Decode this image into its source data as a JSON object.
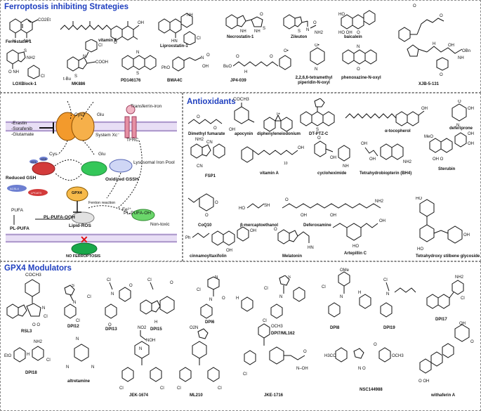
{
  "sections": {
    "ferroptosis_title": "Ferroptosis inhibiting Strategies",
    "antioxidants_title": "Antioxidants",
    "gpx4_title": "GPX4 Modulators"
  },
  "ferroptosis_compounds": [
    "Ferrostatin-1",
    "vitamin E",
    "Liproxstatin-1",
    "Necrostatin-1",
    "Zileuton",
    "baicalein",
    "LOXBlock-1",
    "MK886",
    "PD146176",
    "BWA4C",
    "JP4-039",
    "2,2,6,6-tetramethyl piperidin-N-oxyl",
    "phenoxazine-N-oxyl",
    "XJB-5-131"
  ],
  "antioxidant_compounds": [
    "Dimethyl fumarate",
    "apocynin",
    "diphenyleneiodonium",
    "DT-PTZ-C",
    "α-tocopherol",
    "deferiprone",
    "FSP1",
    "vitamin A",
    "cycloheximide",
    "Tetrahydrobiopterin (BH4)",
    "Sterubin",
    "CoQ10",
    "β-mercaptoethanol",
    "Deferoxamine",
    "Tetrahydroxy stilbene glycoside",
    "cinnamoyltaxifolin",
    "Melatonin",
    "Artepillin C"
  ],
  "gpx4_compounds": [
    "RSL3",
    "DPI12",
    "DPI13",
    "DPI15",
    "DPI6",
    "DPI7/ML162",
    "DPI8",
    "DPI19",
    "DPI17",
    "DPI18",
    "altretamine",
    "JEK-1674",
    "ML210",
    "JKE-1716",
    "NSC144988",
    "withaferin A"
  ],
  "pathway": {
    "inhibitors": [
      "-Erastin",
      "-Sorafenib",
      "-Glutamate"
    ],
    "cys2": "Cys2",
    "glu_top": "Glu",
    "system_xc": "System Xc⁻",
    "transferrin": "Transferrin-iron",
    "cys": "Cys",
    "glu_bottom": "Glu",
    "tfrc": "TFRC",
    "lysosomal": "Lysosomal Iron Pool",
    "reduced_gsh": "Reduced GSH",
    "oxidized_gssh": "Oxidized GSSH",
    "gpx4": "GPX4",
    "fenton": "Fenton reaction",
    "fe2": "Fe²⁺",
    "acsl4": "ACSL4",
    "lpcat3": "LPCAT3",
    "pufa": "PUFA",
    "pl_pufa": "PL-PUFA",
    "pl_pufa_ooh": "PL-PUFA-OOH",
    "lipid_ros": "Lipid-ROS",
    "pl_pufa_oh": "PL-PUFA-OH",
    "non_toxic": "Non-toxic",
    "no_ferroptosis": "NO FERROPTOSIS",
    "gcl": "GCL",
    "gss": "GSS"
  },
  "antioxidant_text": {
    "apocynin_group": "COCH3"
  },
  "gpx4_text": {
    "rsl3_group": "COCH3"
  }
}
